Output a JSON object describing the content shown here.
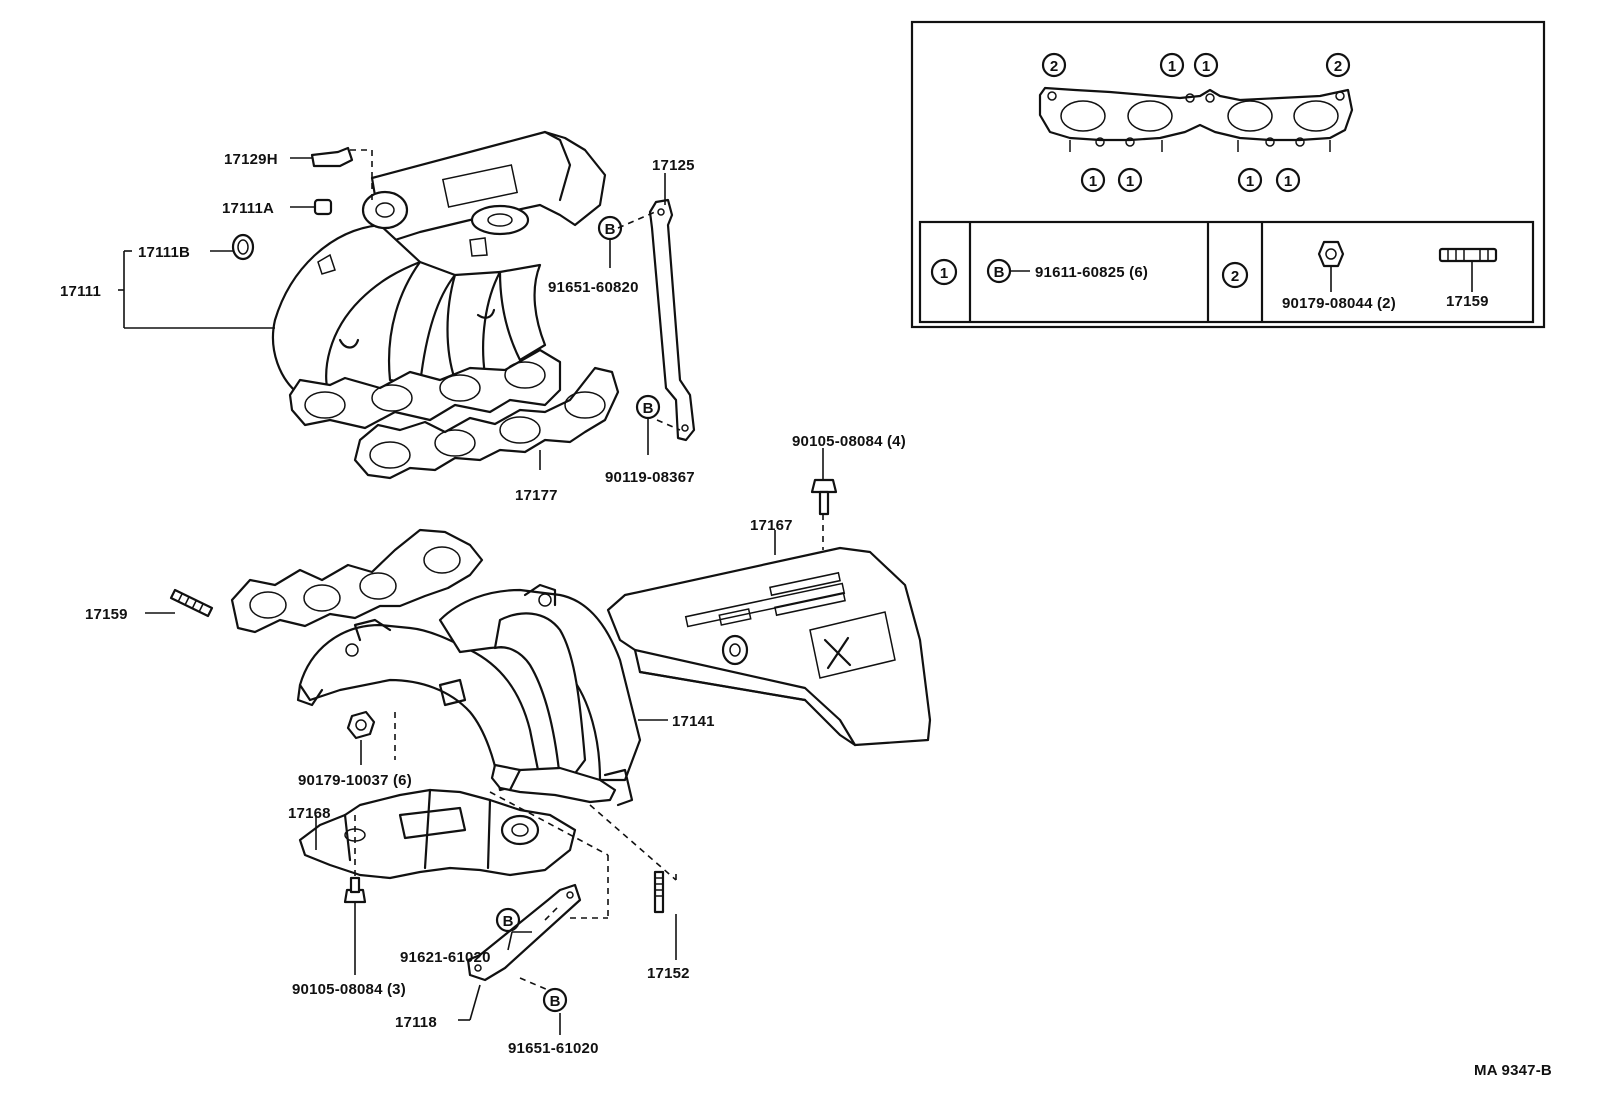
{
  "diagram": {
    "callouts": {
      "p17129H": "17129H",
      "p17111A": "17111A",
      "p17111B": "17111B",
      "p17111": "17111",
      "p17125": "17125",
      "p91651_60820": "91651-60820",
      "p90119_08367": "90119-08367",
      "p17177": "17177",
      "p90105_08084_4": "90105-08084 (4)",
      "p17167": "17167",
      "p17159": "17159",
      "p17141": "17141",
      "p90179_10037": "90179-10037 (6)",
      "p17168": "17168",
      "p91621_61020": "91621-61020",
      "p17152": "17152",
      "p90105_08084_3": "90105-08084 (3)",
      "p17118": "17118",
      "p91651_61020": "91651-61020"
    },
    "bolt_marker": "B",
    "inset": {
      "circle_1": "1",
      "circle_2": "2",
      "row1_part": "91611-60825 (6)",
      "row2_nut": "90179-08044 (2)",
      "row2_stud": "17159"
    },
    "diagram_code": "MA 9347-B"
  }
}
